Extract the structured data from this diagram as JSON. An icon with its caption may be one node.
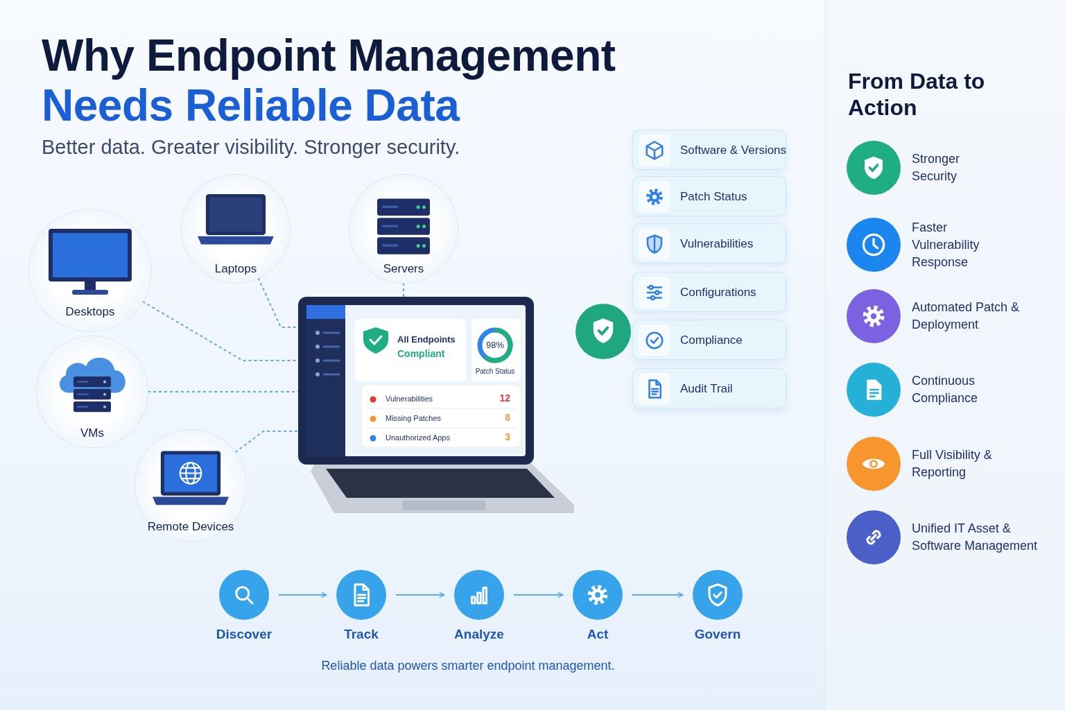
{
  "diagram": {
    "title": "Why Endpoint Management Needs Reliable Data",
    "caption": "Reliable data powers smarter endpoint management.",
    "nodes": [
      {
        "text": [
          "Desktops"
        ]
      },
      {
        "text": [
          "Laptops"
        ]
      },
      {
        "text": [
          "Servers"
        ]
      },
      {
        "text": [
          "VMs"
        ]
      },
      {
        "text": [
          "Remote Devices"
        ]
      },
      {
        "text": [
          "All Endpoints",
          "Compliant",
          "98%",
          "Patch Status",
          "Vulnerabilities",
          "12",
          "Missing Patches",
          "8",
          "Unauthorized Apps",
          "3"
        ]
      },
      {
        "text": [
          "Software & Versions"
        ]
      },
      {
        "text": [
          "Patch Status"
        ]
      },
      {
        "text": [
          "Vulnerabilities"
        ]
      },
      {
        "text": [
          "Configurations"
        ]
      },
      {
        "text": [
          "Compliance"
        ]
      },
      {
        "text": [
          "Audit Trail"
        ]
      },
      {
        "text": [
          "From Data to Action"
        ]
      },
      {
        "text": [
          "Stronger Security"
        ],
        "in": 12
      },
      {
        "text": [
          "Faster Vulnerability Response"
        ],
        "in": 12
      },
      {
        "text": [
          "Automated Patch & Deployment"
        ],
        "in": 12
      },
      {
        "text": [
          "Continuous Compliance"
        ],
        "in": 12
      },
      {
        "text": [
          "Full Visibility & Reporting"
        ],
        "in": 12
      },
      {
        "text": [
          "Unified IT Asset & Software Management"
        ],
        "in": 12
      },
      {
        "text": [
          "Discover"
        ]
      },
      {
        "text": [
          "Track"
        ]
      },
      {
        "text": [
          "Analyze"
        ]
      },
      {
        "text": [
          "Act"
        ]
      },
      {
        "text": [
          "Govern"
        ]
      }
    ],
    "edges": [
      {
        "from": 0,
        "to": 5,
        "arrow": "none",
        "style": "dashed"
      },
      {
        "from": 1,
        "to": 5,
        "arrow": "none",
        "style": "dashed"
      },
      {
        "from": 2,
        "to": 5,
        "arrow": "none",
        "style": "dashed"
      },
      {
        "from": 3,
        "to": 5,
        "arrow": "none",
        "style": "dashed"
      },
      {
        "from": 4,
        "to": 5,
        "arrow": "none",
        "style": "dashed"
      },
      {
        "from": 19,
        "to": 20,
        "arrow": "to"
      },
      {
        "from": 20,
        "to": 21,
        "arrow": "to"
      },
      {
        "from": 21,
        "to": 22,
        "arrow": "to"
      },
      {
        "from": 22,
        "to": 23,
        "arrow": "to"
      }
    ],
    "labels": [
      "Better data. Greater visibility. Stronger security."
    ]
  }
}
